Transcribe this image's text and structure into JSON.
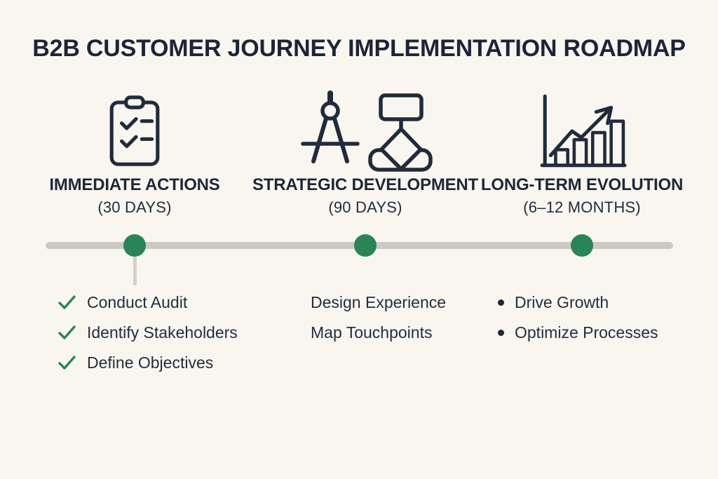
{
  "title": "B2B CUSTOMER JOURNEY IMPLEMENTATION ROADMAP",
  "colors": {
    "background": "#f8f6ef",
    "navy": "#1d2839",
    "accent_green": "#2b8457",
    "timeline_gray": "#cbc9c2"
  },
  "timeline": {
    "milestone_count": 3
  },
  "phases": [
    {
      "name": "IMMEDIATE ACTIONS",
      "duration": "(30 DAYS)",
      "icon": "clipboard-checklist-icon",
      "bullet_style": "check",
      "items": [
        "Conduct Audit",
        "Identify Stakeholders",
        "Define Objectives"
      ]
    },
    {
      "name": "STRATEGIC DEVELOPMENT",
      "duration": "(90 DAYS)",
      "icon": "compass-flowchart-icon",
      "bullet_style": "none",
      "items": [
        "Design Experience",
        "Map Touchpoints"
      ]
    },
    {
      "name": "LONG-TERM EVOLUTION",
      "duration": "(6–12 MONTHS)",
      "icon": "growth-chart-icon",
      "bullet_style": "dot",
      "items": [
        "Drive Growth",
        "Optimize Processes"
      ]
    }
  ]
}
